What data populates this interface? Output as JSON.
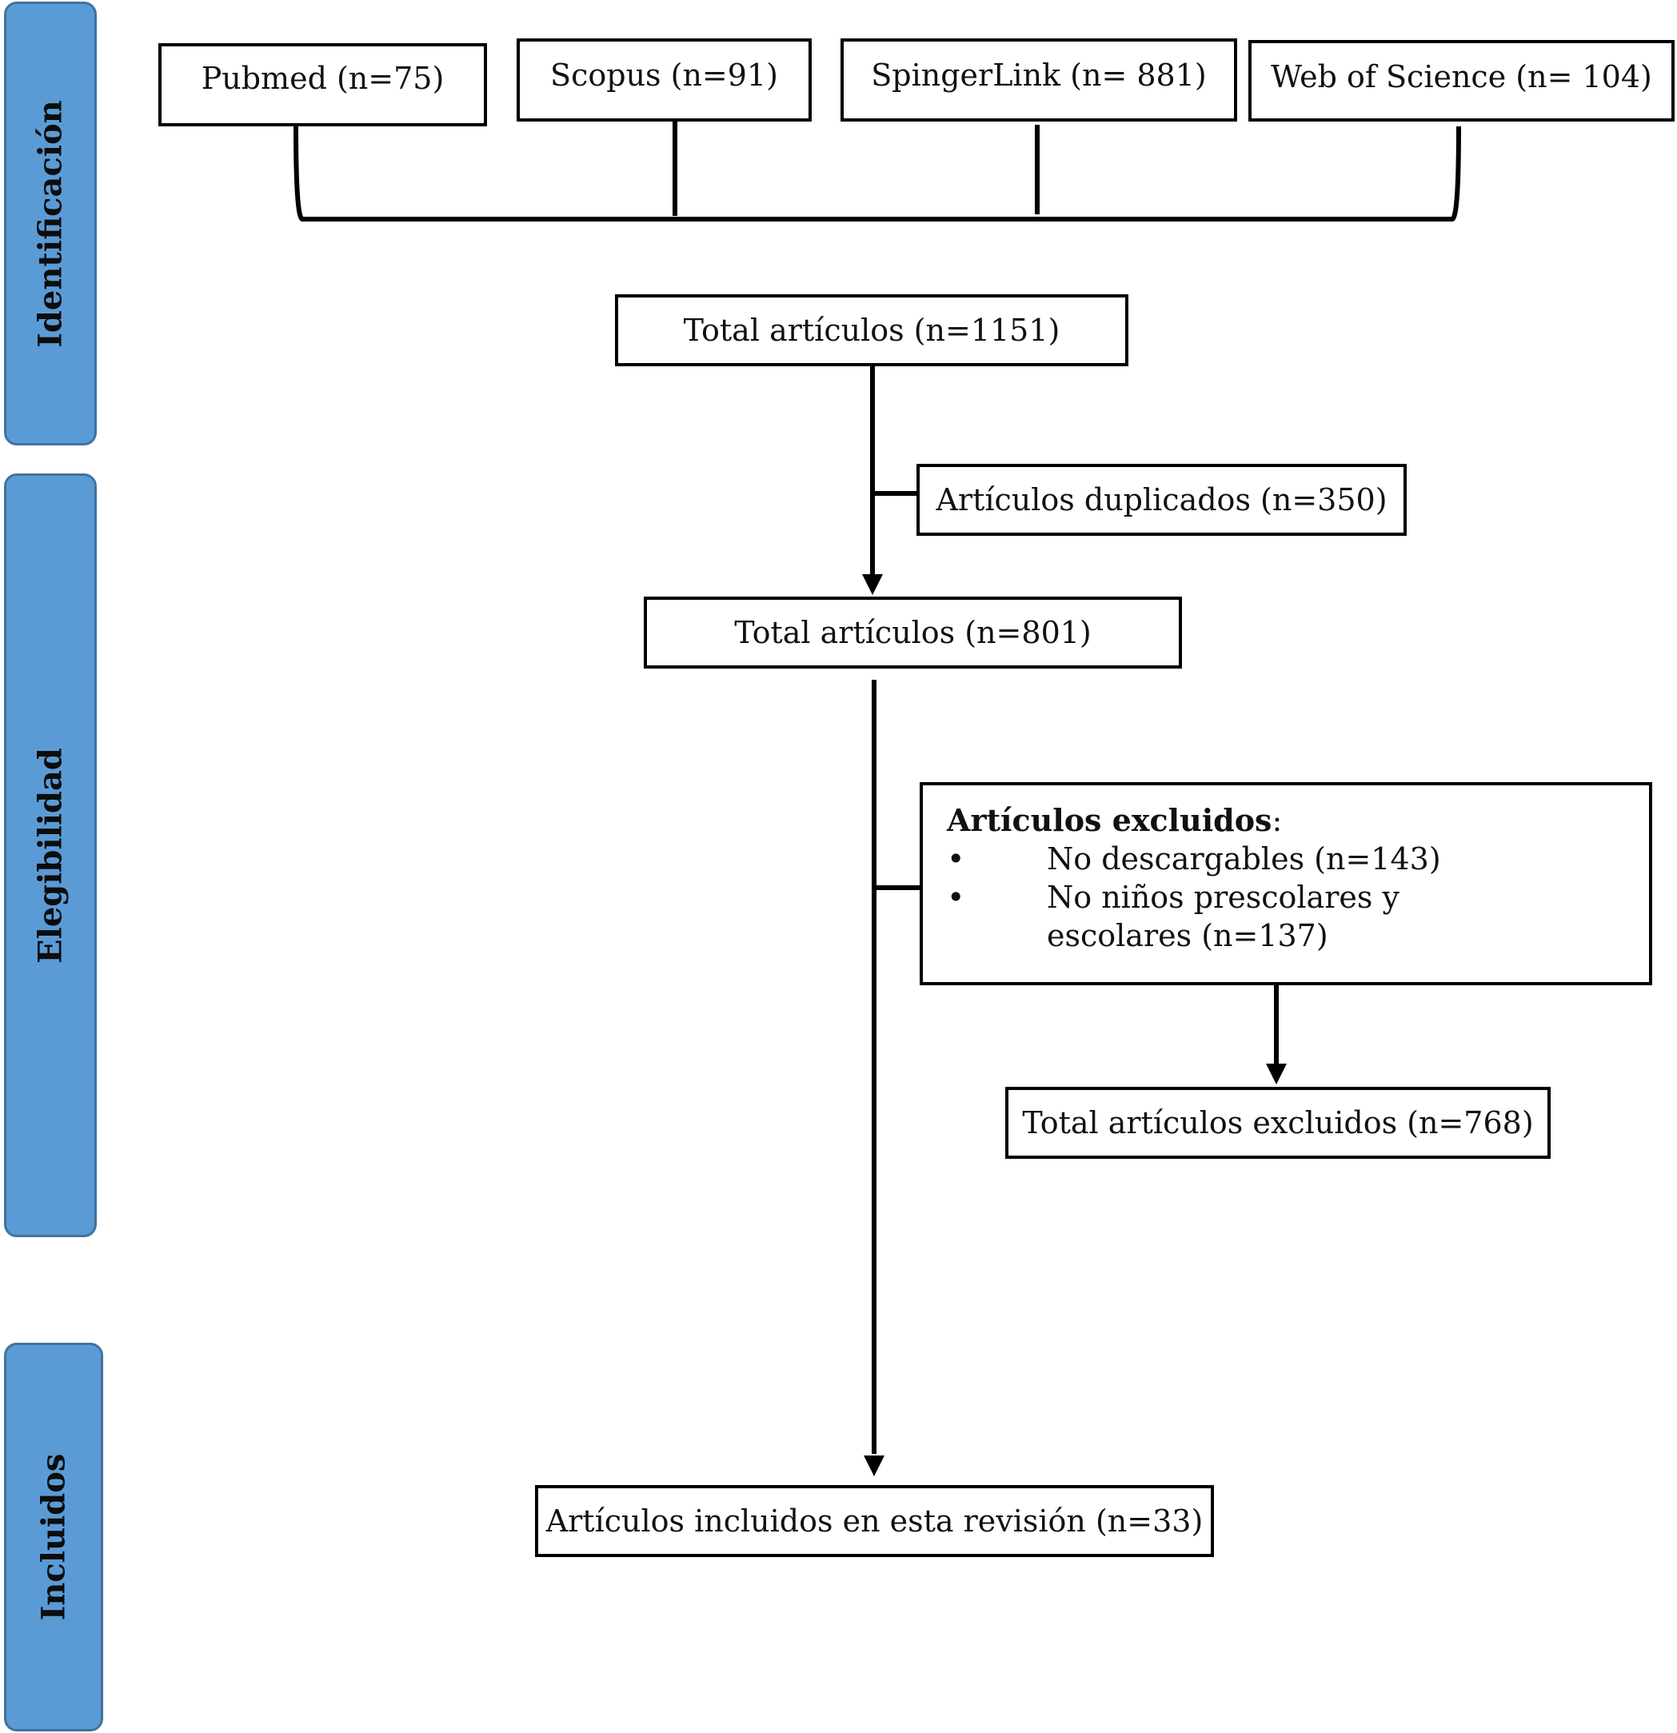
{
  "phases": {
    "identification": "Identificación",
    "eligibility": "Elegibilidad",
    "included": "Incluidos"
  },
  "sources": [
    {
      "label": "Pubmed (n=75)"
    },
    {
      "label": "Scopus (n=91)"
    },
    {
      "label": "SpingerLink (n= 881)"
    },
    {
      "label": "Web of Science (n= 104)"
    }
  ],
  "flow": {
    "total_1151": "Total artículos (n=1151)",
    "duplicates": "Artículos duplicados (n=350)",
    "total_801": "Total artículos (n=801)",
    "excluded": {
      "title": "Artículos excluidos",
      "colon": ":",
      "bullet": "•",
      "items": [
        "No descargables (n=143)",
        "No niños prescolares y escolares (n=137)"
      ]
    },
    "total_excluded": "Total artículos excluidos (n=768)",
    "included": "Artículos incluidos en esta revisión (n=33)"
  },
  "colors": {
    "phase_fill": "#5b9bd5",
    "phase_border": "#41729f",
    "line": "#000000"
  }
}
